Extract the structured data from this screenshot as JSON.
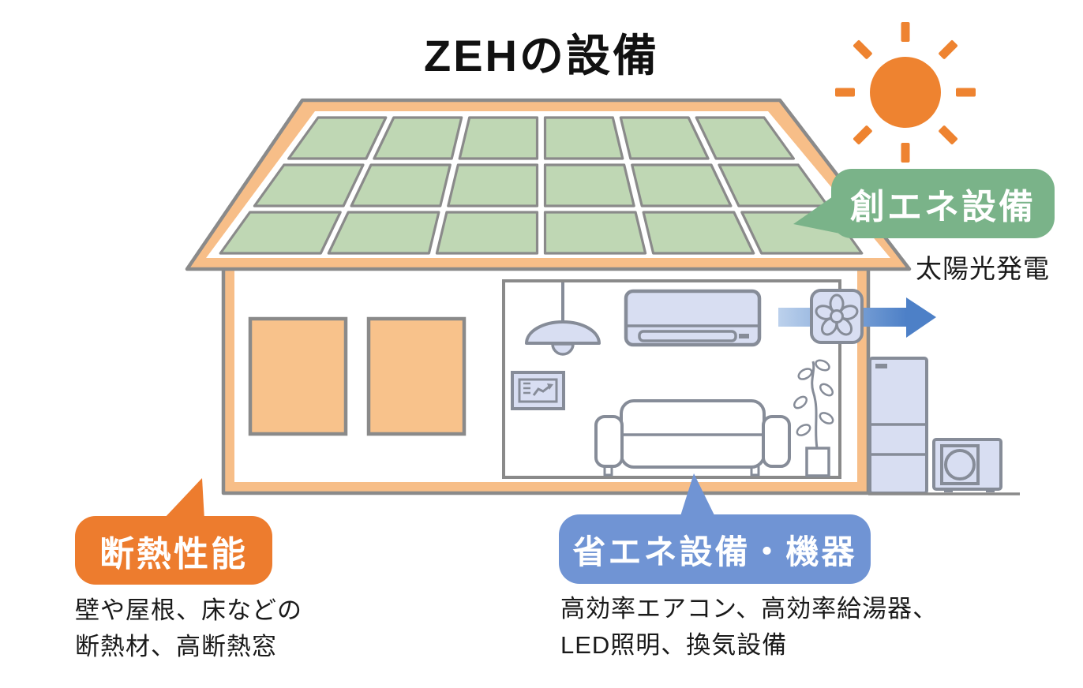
{
  "title": "ZEHの設備",
  "callouts": {
    "energy_creation": {
      "label": "創エネ設備",
      "caption": "太陽光発電",
      "color": "#7ab389"
    },
    "insulation": {
      "label": "断熱性能",
      "description_line1": "壁や屋根、床などの",
      "description_line2": "断熱材、高断熱窓",
      "color": "#ed7c2e"
    },
    "energy_saving": {
      "label": "省エネ設備・機器",
      "description_line1": "高効率エアコン、高効率給湯器、",
      "description_line2": "LED照明、換気設備",
      "color": "#7094d4"
    }
  },
  "house": {
    "solar_panels": {
      "rows": 3,
      "columns": 6
    },
    "sun_rays": 8
  },
  "colors": {
    "background": "#ffffff",
    "outline_gray": "#8a8a8a",
    "appliance_outline": "#868c98",
    "appliance_fill": "#d8def2",
    "house_trim_orange": "#f7be88",
    "window_orange": "#f8c28b",
    "solar_panel_green": "#bfd7b4",
    "energy_creation_green": "#7ab389",
    "insulation_orange": "#ed7c2e",
    "energy_saving_blue": "#7094d4",
    "sun_orange": "#ee8330",
    "arrow_blue": "#4d80c7"
  }
}
